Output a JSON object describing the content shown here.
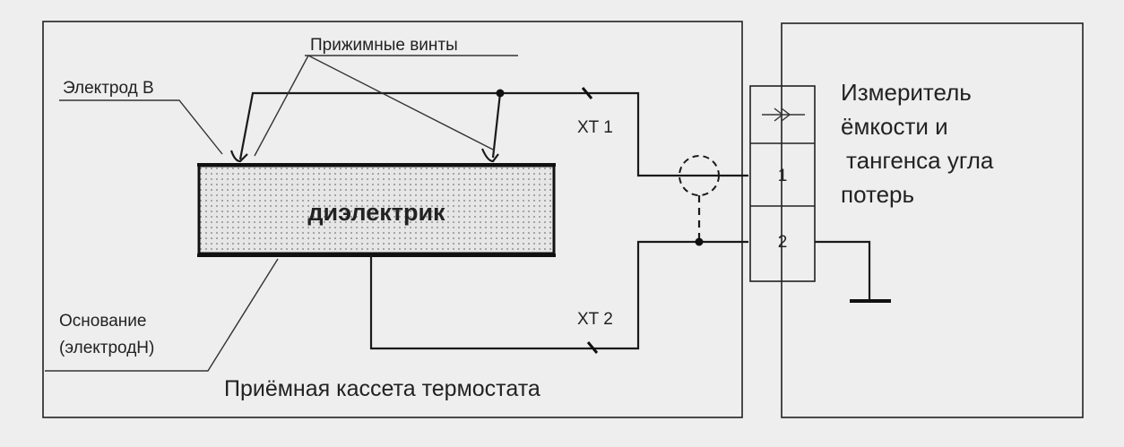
{
  "cassette": {
    "title": "Приёмная кассета термостата",
    "label_pressure_screws": "Прижимные винты",
    "label_electrode_b": "Электрод В",
    "label_dielectric": "диэлектрик",
    "label_base_line1": "Основание",
    "label_base_line2": "(электродН)",
    "label_xt1": "XT 1",
    "label_xt2": "XT 2"
  },
  "meter": {
    "title_line1": "Измеритель",
    "title_line2": "ёмкости и",
    "title_line3": "тангенса угла",
    "title_line4": "потерь",
    "terminal_1": "1",
    "terminal_2": "2"
  },
  "colors": {
    "line": "#1a1a1a",
    "background": "#eeeeee",
    "dielectric_fill": "#e2e2e2"
  }
}
